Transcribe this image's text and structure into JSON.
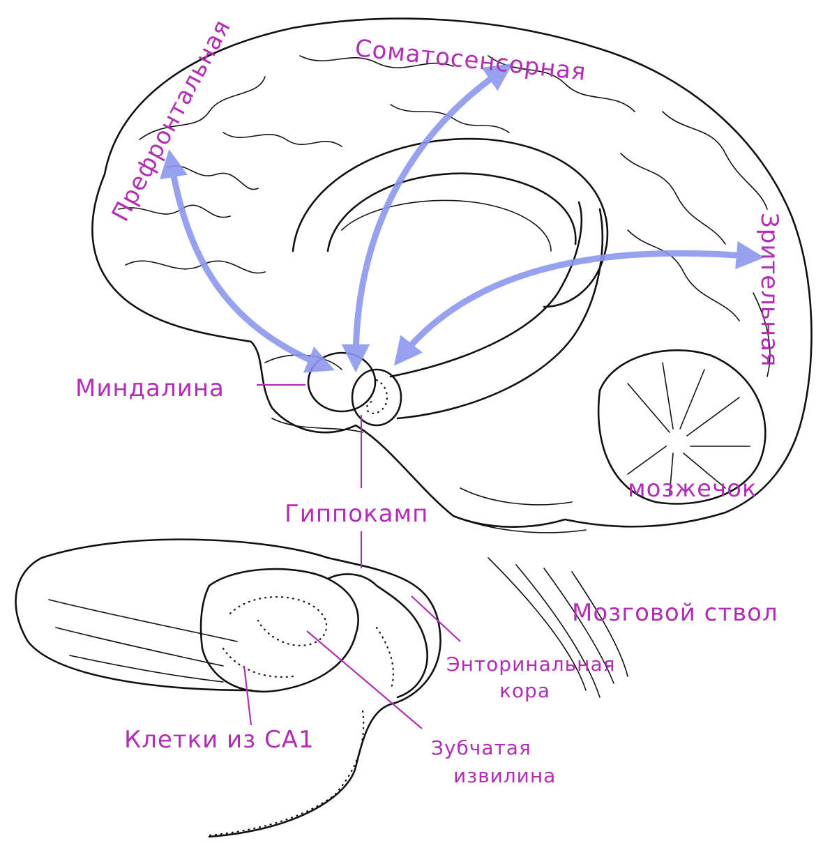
{
  "colors": {
    "label": "#b02db4",
    "arrow": "#8b97ef",
    "ink": "#111111"
  },
  "labels": {
    "somatosensory": "Соматосенсорная",
    "prefrontal": "Префронтальная",
    "visual": "Зрительная",
    "amygdala": "Миндалина",
    "hippocampus": "Гиппокамп",
    "cerebellum": "мозжечок",
    "brainstem": "Мозговой ствол",
    "entorhinal_line1": "Энторинальная",
    "entorhinal_line2": "кора",
    "ca1": "Клетки из CA1",
    "dentate_line1": "Зубчатая",
    "dentate_line2": "извилина"
  }
}
